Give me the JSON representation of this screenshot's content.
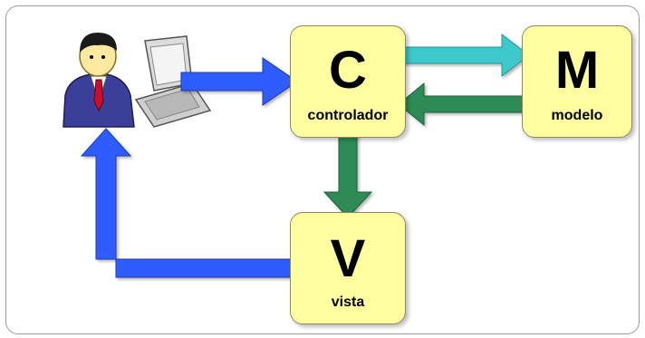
{
  "diagram": {
    "nodes": {
      "controller": {
        "letter": "C",
        "label": "controlador"
      },
      "model": {
        "letter": "M",
        "label": "modelo"
      },
      "view": {
        "letter": "V",
        "label": "vista"
      }
    },
    "colors": {
      "user_arrow": "#2f5cff",
      "request_arrow": "#3cc8cc",
      "response_arrow": "#2e8b57",
      "box_fill": "#fefea0"
    }
  }
}
